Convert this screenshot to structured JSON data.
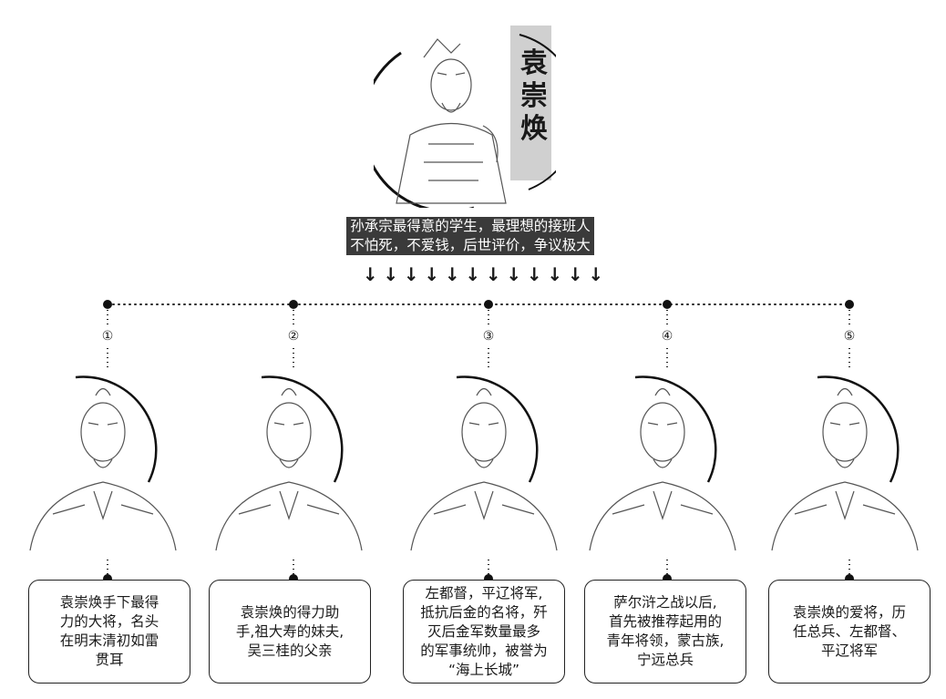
{
  "main": {
    "title": [
      "袁",
      "崇",
      "焕"
    ],
    "description": [
      "孙承宗最得意的学生，最理想的接班人",
      "不怕死，不爱钱，后世评价，争议极大"
    ],
    "arrow_glyph": "↓",
    "arrow_count": 12
  },
  "subordinates": [
    {
      "num": "①",
      "text": "袁崇焕手下最得\n力的大将，名头\n在明末清初如雷\n贯耳"
    },
    {
      "num": "②",
      "text": "袁崇焕的得力助\n手,祖大寿的妹夫,\n吴三桂的父亲"
    },
    {
      "num": "③",
      "text": "左都督，平辽将军,\n抵抗后金的名将，歼\n灭后金军数量最多\n的军事统帅，被誉为\n“海上长城”"
    },
    {
      "num": "④",
      "text": "萨尔浒之战以后,\n首先被推荐起用的\n青年将领，蒙古族,\n宁远总兵"
    },
    {
      "num": "⑤",
      "text": "袁崇焕的爱将，历\n任总兵、左都督、\n平辽将军"
    }
  ]
}
